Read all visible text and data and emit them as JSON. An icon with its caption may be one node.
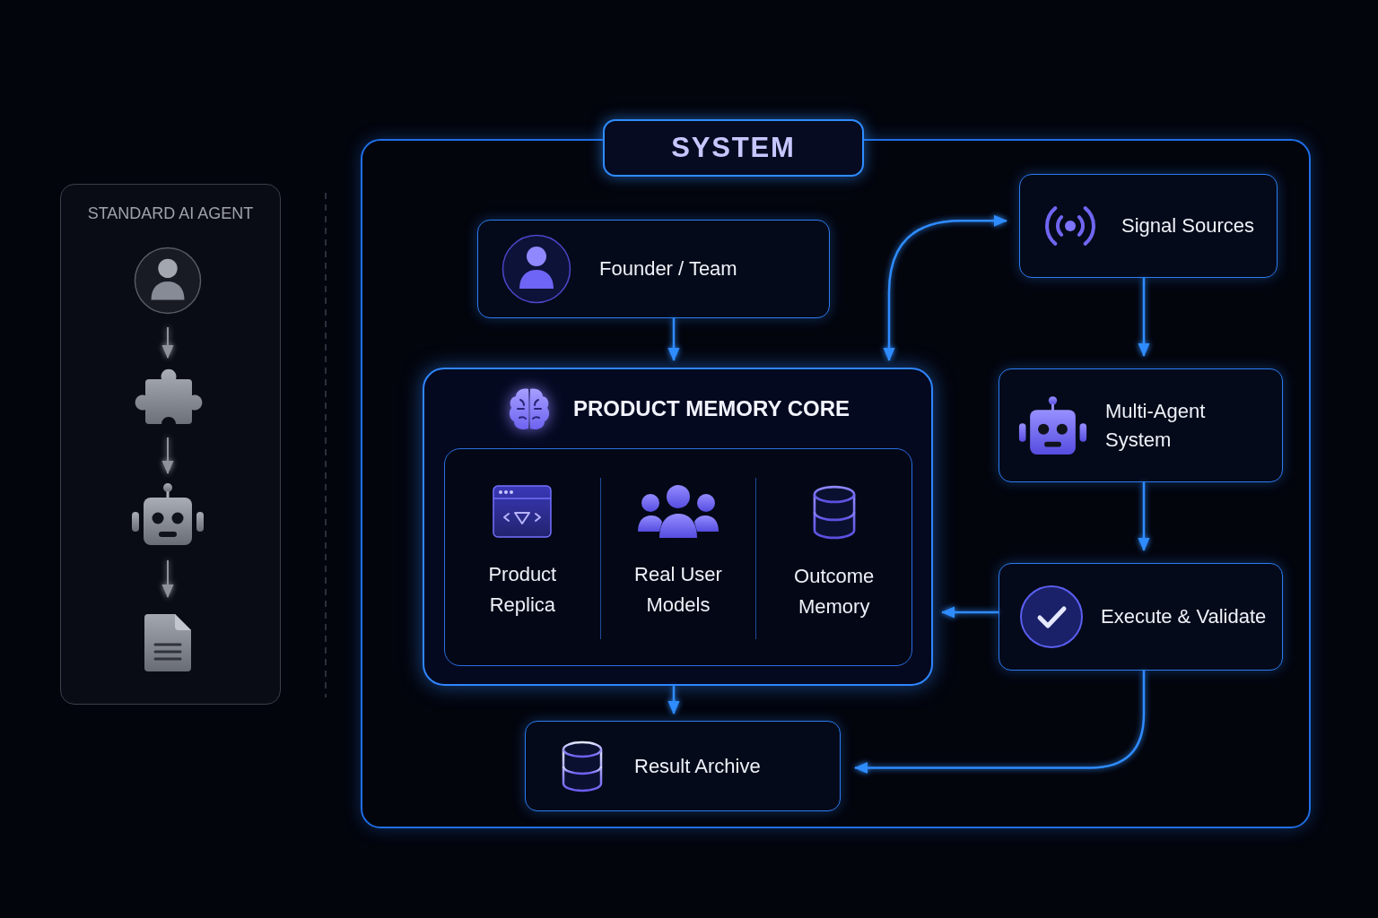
{
  "diagram": {
    "nodes": [
      {
        "text": [
          "STANDARD AI AGENT"
        ]
      },
      {
        "text": [],
        "shape": "person",
        "in": 0
      },
      {
        "text": [],
        "shape": "picture",
        "in": 0
      },
      {
        "text": [],
        "shape": "picture",
        "in": 0
      },
      {
        "text": [],
        "shape": "picture",
        "in": 0
      },
      {
        "text": [
          "SYSTEM"
        ]
      },
      {
        "text": [
          "Founder / Team"
        ],
        "in": 5
      },
      {
        "text": [
          "PRODUCT MEMORY CORE"
        ],
        "in": 5
      },
      {
        "text": [
          "Product Replica",
          "Real User Models",
          "Outcome Memory"
        ],
        "in": 7
      },
      {
        "text": [
          "Signal Sources"
        ],
        "in": 5
      },
      {
        "text": [
          "Multi-Agent System"
        ],
        "in": 5
      },
      {
        "text": [
          "Execute & Validate"
        ],
        "in": 5
      },
      {
        "text": [
          "Result Archive"
        ],
        "in": 5
      }
    ],
    "edges": [
      {
        "from": 1,
        "to": 2,
        "arrow": "to",
        "color": "#8e929c"
      },
      {
        "from": 2,
        "to": 3,
        "arrow": "to",
        "color": "#8e929c"
      },
      {
        "from": 3,
        "to": 4,
        "arrow": "to",
        "color": "#8e929c"
      },
      {
        "from": 6,
        "to": 7,
        "arrow": "to"
      },
      {
        "from": 7,
        "to": 9,
        "arrow": "both"
      },
      {
        "from": 9,
        "to": 10,
        "arrow": "to"
      },
      {
        "from": 10,
        "to": 11,
        "arrow": "to"
      },
      {
        "from": 11,
        "to": 7,
        "arrow": "to"
      },
      {
        "from": 7,
        "to": 12,
        "arrow": "to"
      },
      {
        "from": 11,
        "to": 12,
        "arrow": "to"
      }
    ]
  }
}
